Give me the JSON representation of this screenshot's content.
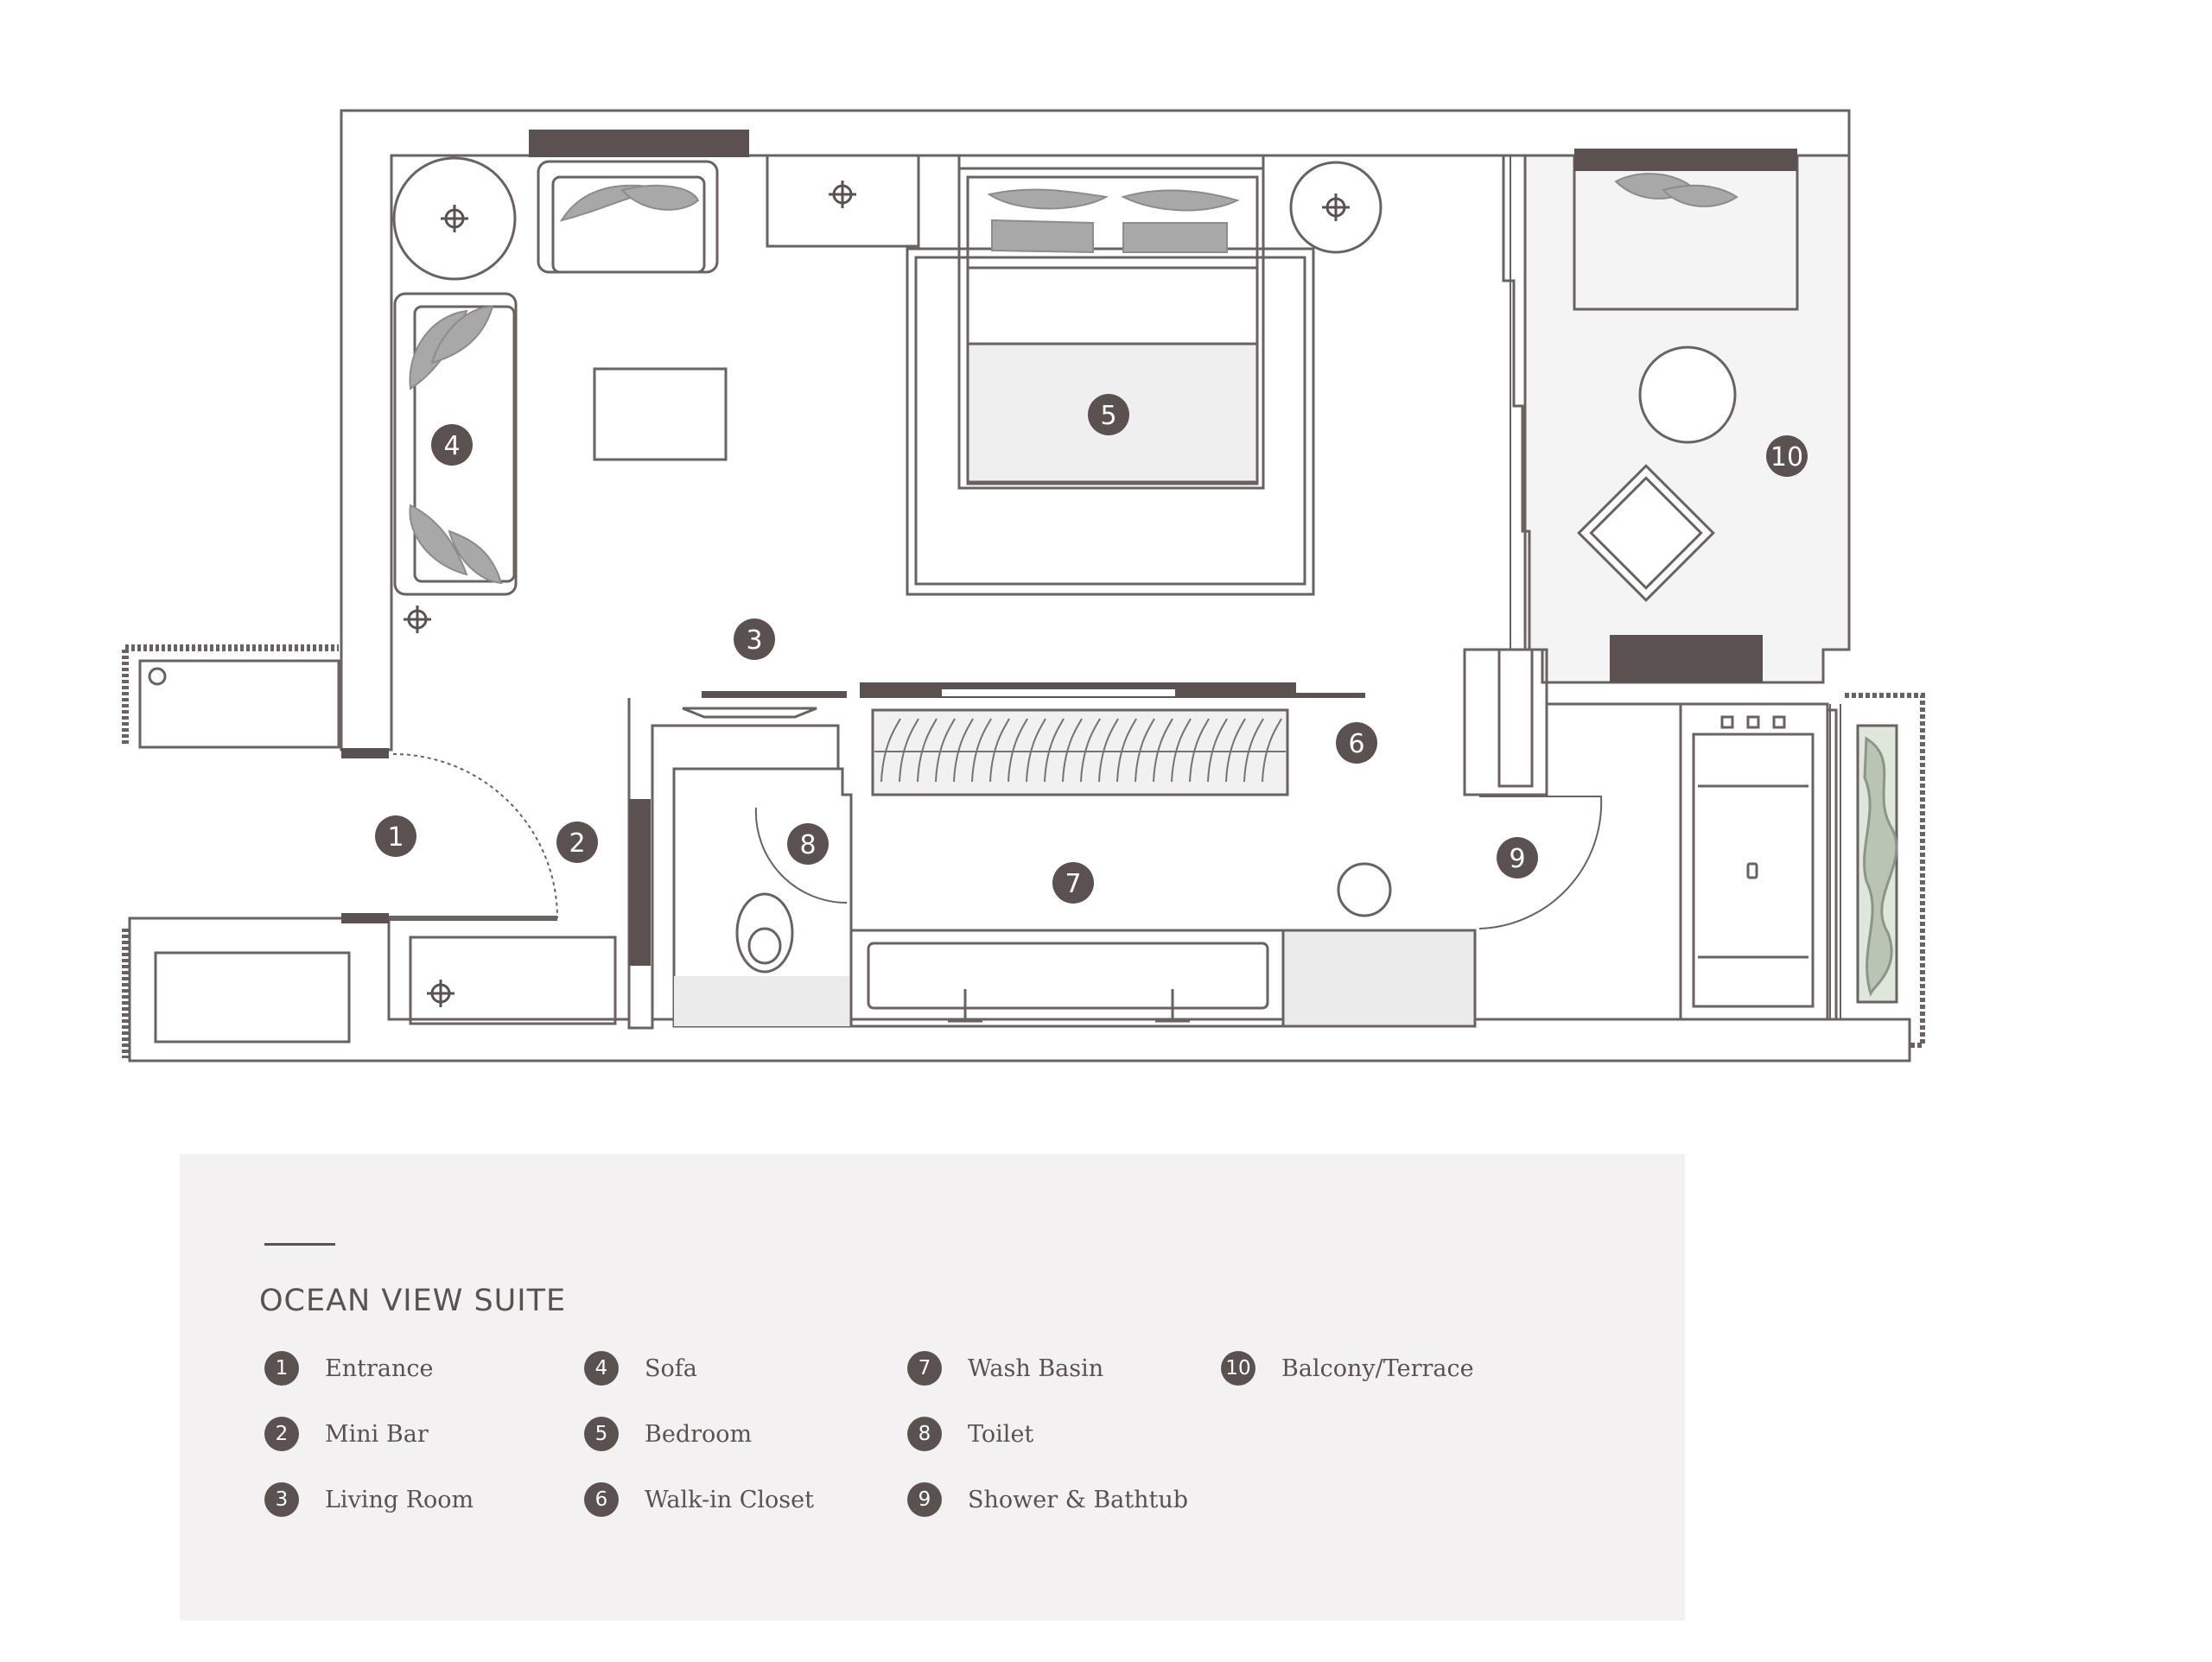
{
  "legend": {
    "title": "OCEAN VIEW SUITE",
    "items": [
      {
        "num": "1",
        "label": "Entrance"
      },
      {
        "num": "2",
        "label": "Mini Bar"
      },
      {
        "num": "3",
        "label": "Living Room"
      },
      {
        "num": "4",
        "label": "Sofa"
      },
      {
        "num": "5",
        "label": "Bedroom"
      },
      {
        "num": "6",
        "label": "Walk-in Closet"
      },
      {
        "num": "7",
        "label": "Wash Basin"
      },
      {
        "num": "8",
        "label": "Toilet"
      },
      {
        "num": "9",
        "label": "Shower & Bathtub"
      },
      {
        "num": "10",
        "label": "Balcony/Terrace"
      }
    ]
  },
  "plan_markers": [
    "1",
    "2",
    "3",
    "4",
    "5",
    "6",
    "7",
    "8",
    "9",
    "10"
  ],
  "colors": {
    "wall": "#5b5150",
    "line": "#6a6261",
    "furniture_fill": "#efefef",
    "cushion": "#a8a8a8",
    "plant": "#b9c4b4",
    "legend_bg": "#f3f1f1"
  },
  "icons": [
    "ceiling-lamp-icon",
    "cushion-icon",
    "plant-icon"
  ]
}
